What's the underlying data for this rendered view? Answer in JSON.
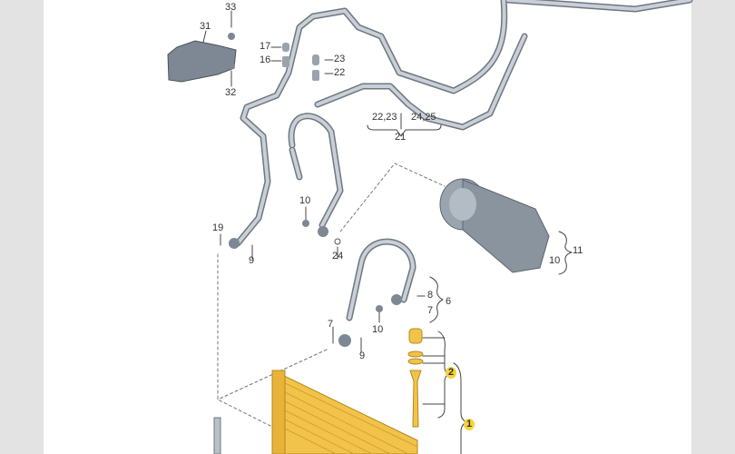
{
  "diagram": {
    "labels": {
      "l33": "33",
      "l31": "31",
      "l32": "32",
      "l17": "17",
      "l16": "16",
      "l23": "23",
      "l22": "22",
      "l2223": "22,23",
      "l2425": "24,25",
      "l21": "21",
      "l10a": "10",
      "l19": "19",
      "l9a": "9",
      "l24": "24",
      "l11": "11",
      "l10b": "10",
      "l8": "8",
      "l6": "6",
      "l7a": "7",
      "l7b": "7",
      "l10c": "10",
      "l9b": "9",
      "l2": "2",
      "l1": "1"
    },
    "colors": {
      "pipe": "#b9c0c8",
      "pipe_edge": "#6f7780",
      "part": "#7d8894",
      "condenser": "#f2c34a",
      "highlight": "#f5d33c",
      "background": "#e3e3e3"
    }
  }
}
